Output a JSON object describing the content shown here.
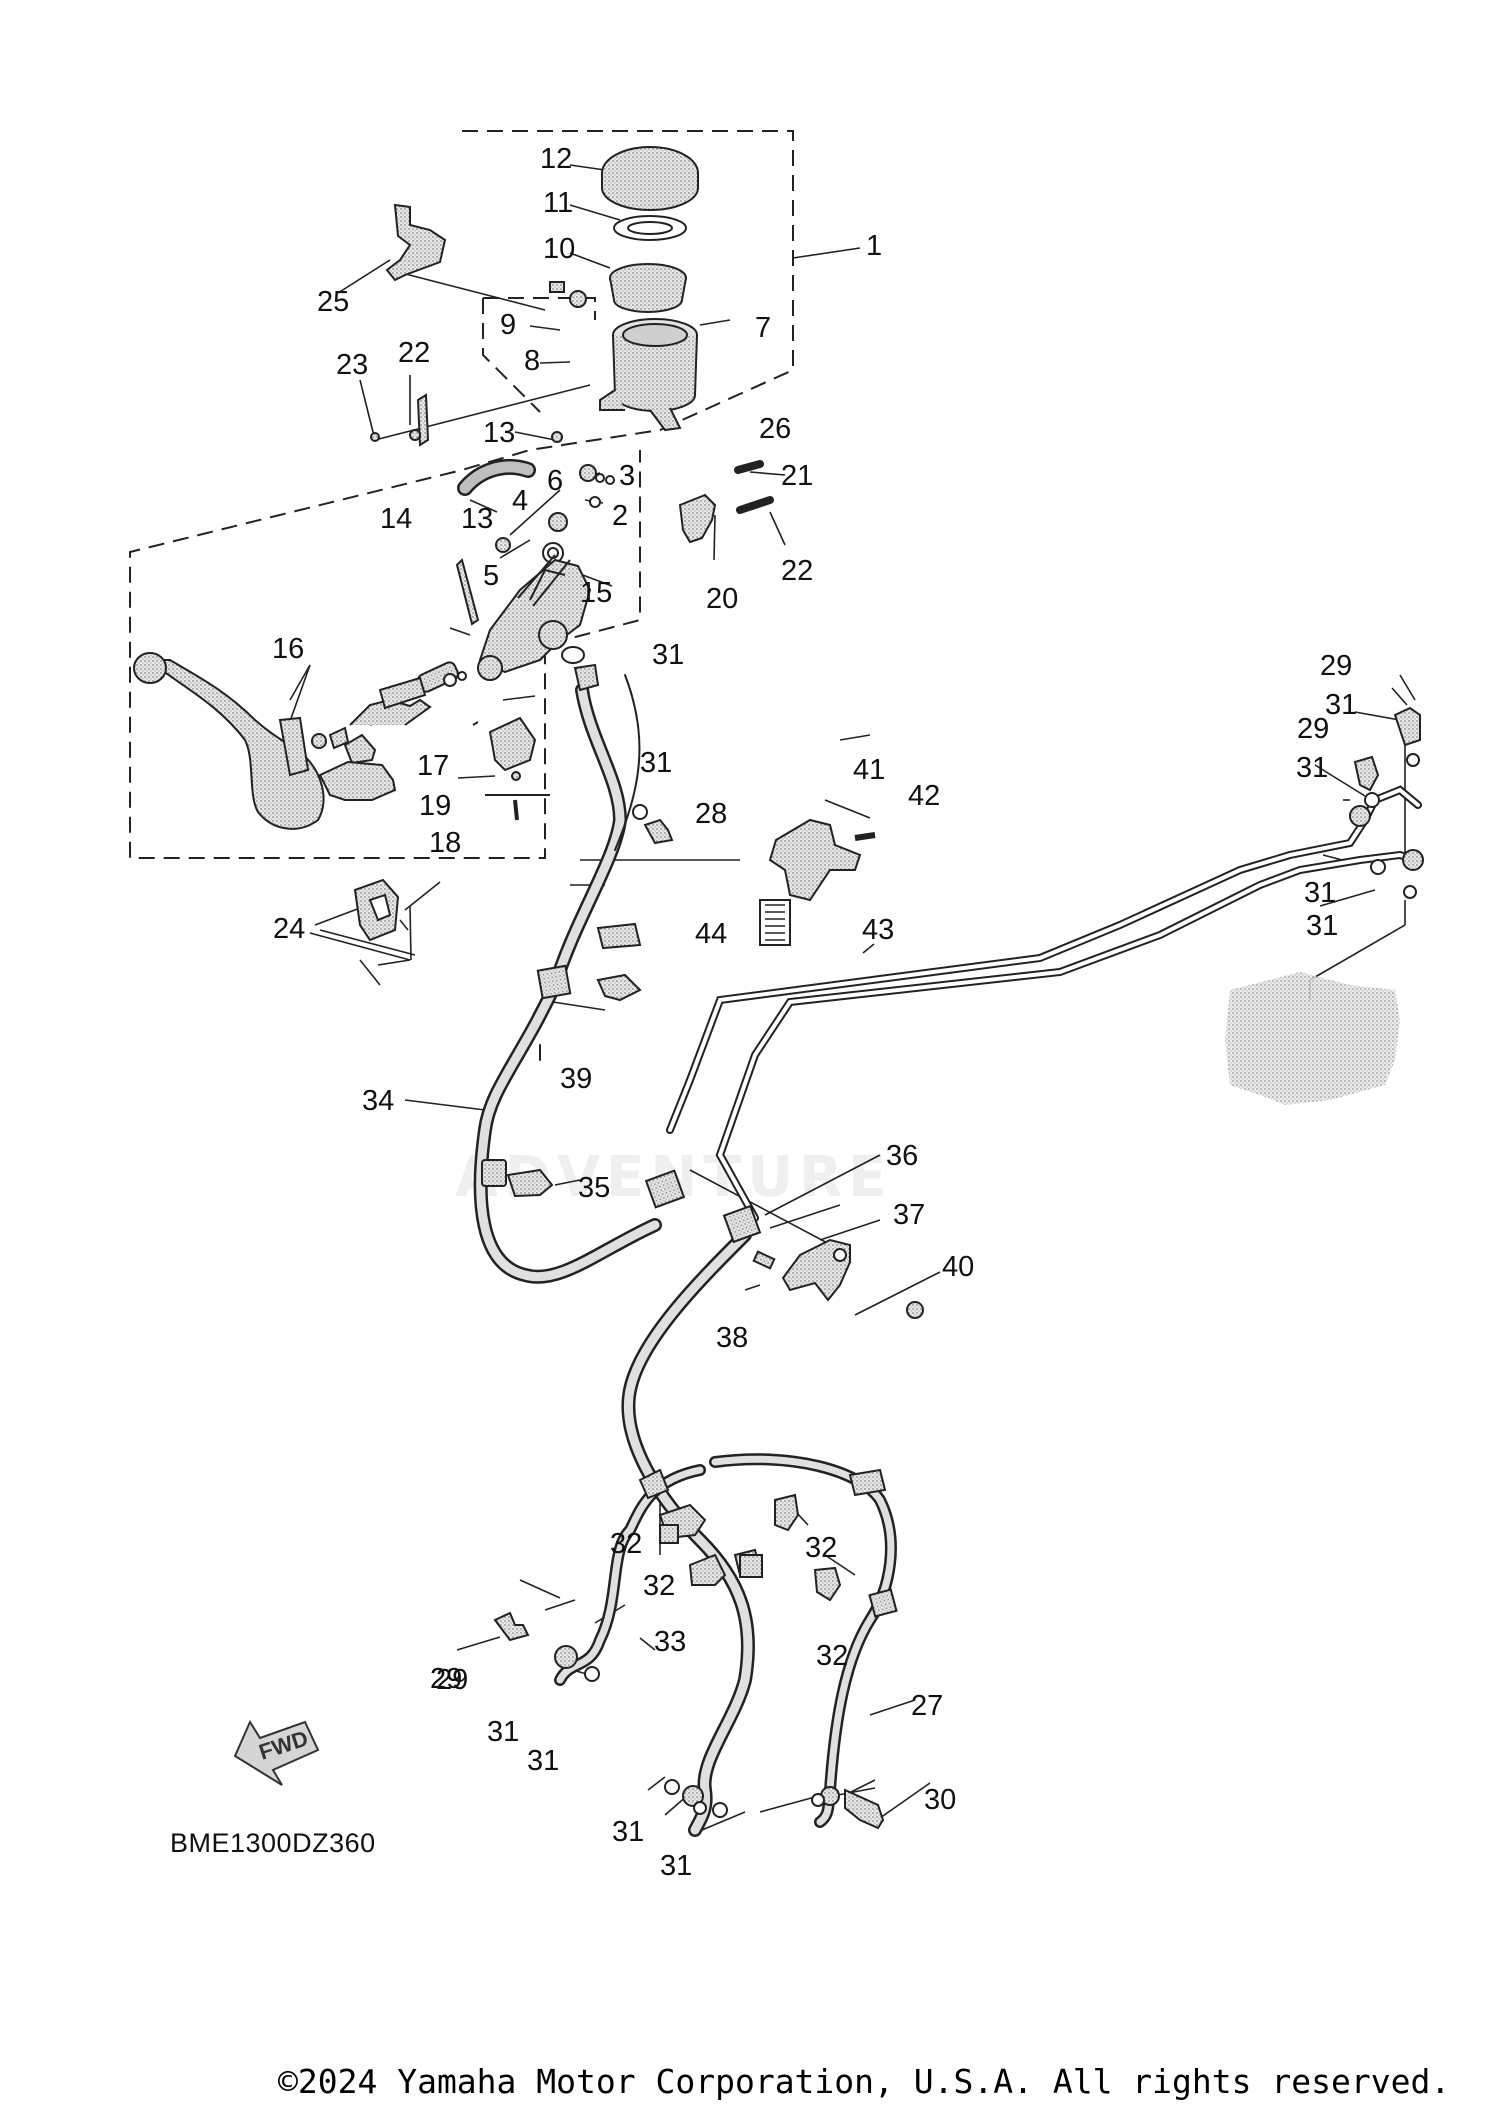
{
  "diagram": {
    "code": "BME1300DZ360",
    "copyright": "©2024 Yamaha Motor Corporation, U.S.A. All rights reserved.",
    "watermark": "ADVENTURE",
    "fwd_label": "FWD",
    "callouts": [
      "1",
      "2",
      "3",
      "4",
      "5",
      "6",
      "7",
      "8",
      "9",
      "10",
      "11",
      "12",
      "13",
      "13",
      "14",
      "15",
      "16",
      "17",
      "18",
      "19",
      "20",
      "21",
      "22",
      "22",
      "23",
      "24",
      "25",
      "26",
      "27",
      "28",
      "29",
      "29",
      "29",
      "29",
      "30",
      "31",
      "31",
      "31",
      "31",
      "31",
      "31",
      "31",
      "31",
      "31",
      "31",
      "32",
      "32",
      "32",
      "32",
      "33",
      "34",
      "35",
      "36",
      "37",
      "38",
      "39",
      "40",
      "41",
      "42",
      "43",
      "44"
    ]
  },
  "colors": {
    "line": "#222222",
    "part_fill": "#d9d9d9",
    "part_dark": "#9a9a9a",
    "background": "#ffffff"
  }
}
